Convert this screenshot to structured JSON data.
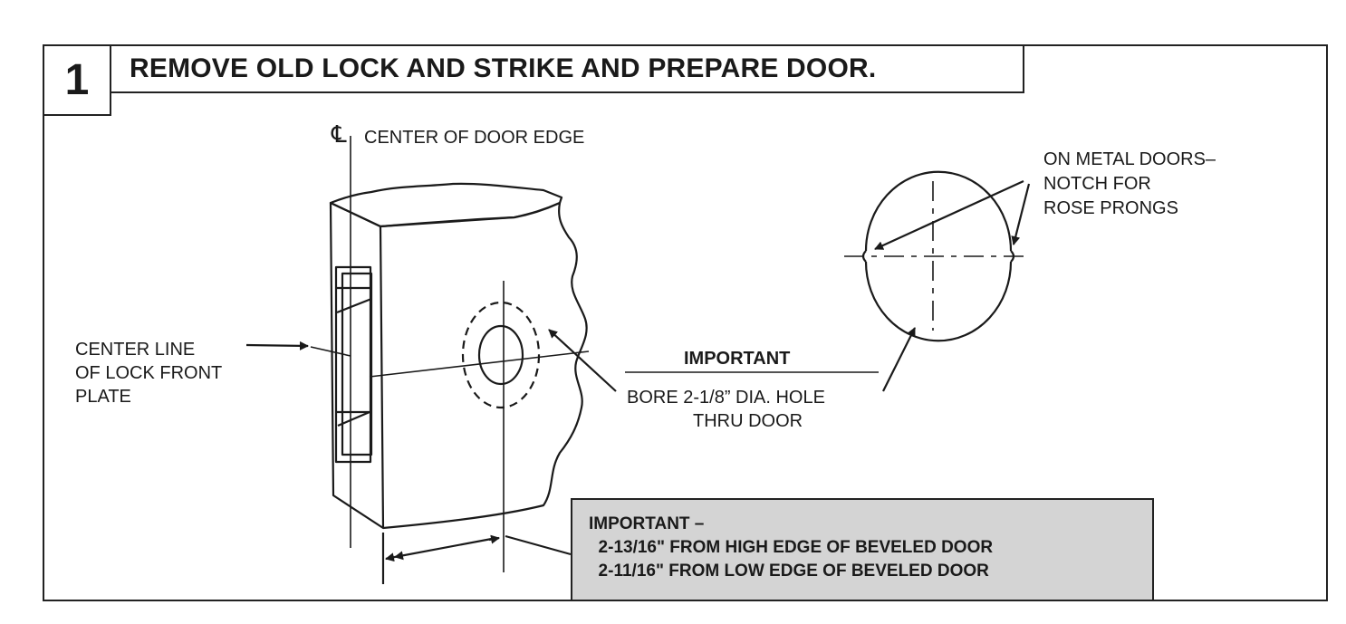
{
  "step": {
    "number": "1",
    "title": "REMOVE OLD LOCK AND STRIKE AND PREPARE DOOR."
  },
  "labels": {
    "centerline_symbol": "℄",
    "center_of_door_edge": "CENTER OF DOOR EDGE",
    "center_line_lock": [
      "CENTER LINE",
      "OF LOCK FRONT",
      "PLATE"
    ],
    "metal_doors": [
      "ON METAL DOORS–",
      "NOTCH FOR",
      "ROSE PRONGS"
    ],
    "important_heading": "IMPORTANT",
    "bore": [
      "BORE 2-1/8” DIA. HOLE",
      "THRU DOOR"
    ]
  },
  "note": {
    "heading": "IMPORTANT –",
    "lines": [
      "  2-13/16\" FROM HIGH EDGE OF BEVELED DOOR",
      "  2-11/16\" FROM LOW EDGE OF BEVELED DOOR"
    ]
  },
  "colors": {
    "ink": "#1a1a1a",
    "note_fill": "#d4d4d4"
  }
}
